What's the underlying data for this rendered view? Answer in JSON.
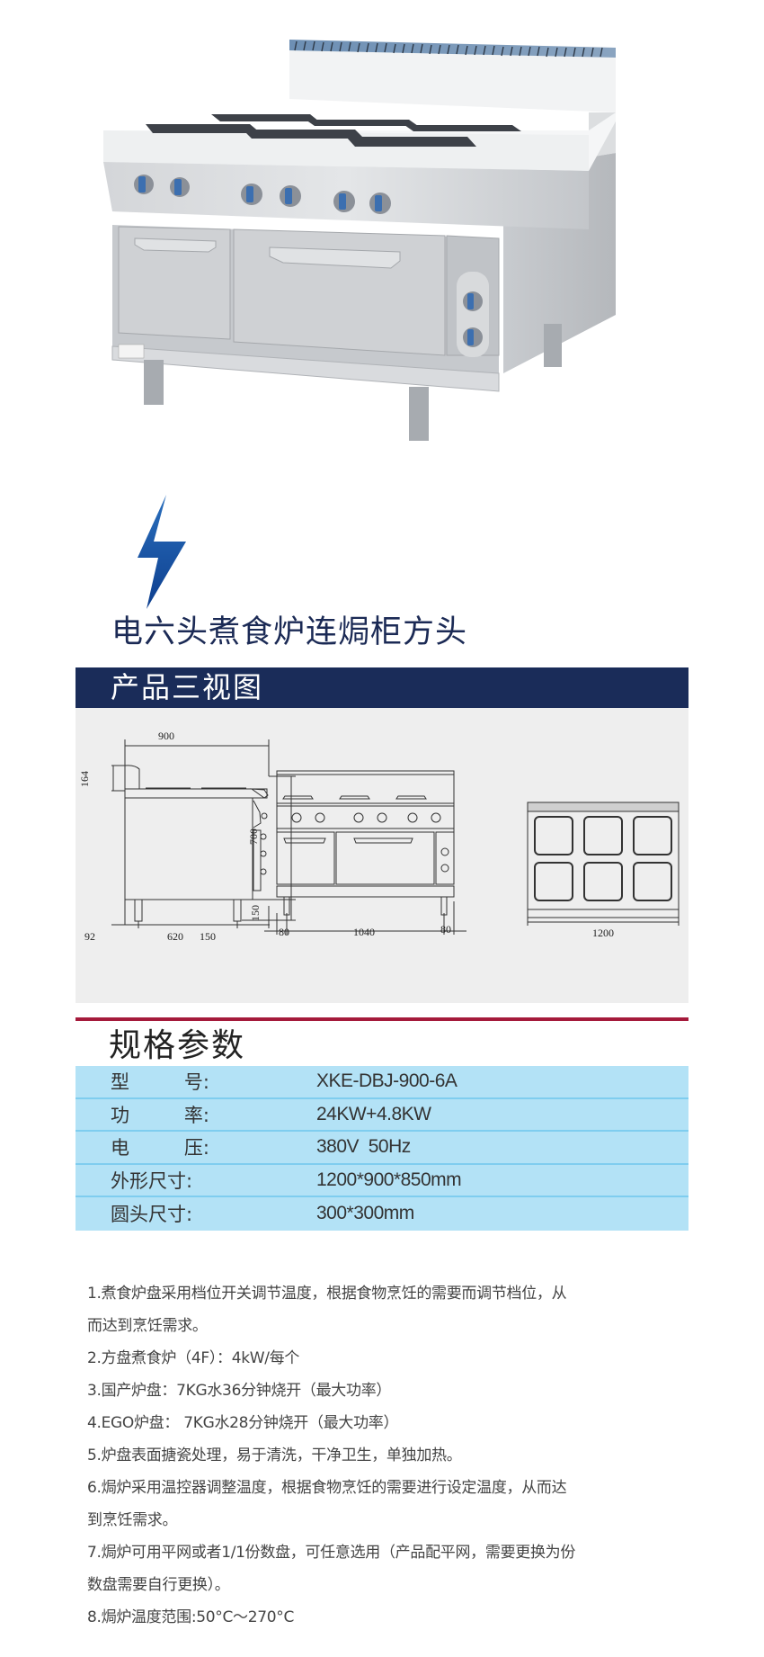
{
  "product": {
    "photo_alt": "六头方形电煮食炉连焗柜产品图",
    "colors": {
      "stainless": "#c9ccd0",
      "hotplate": "#3b3f45",
      "knob_blue": "#3c6fb0",
      "backsplash_vent": "#5a7fa8"
    }
  },
  "title": {
    "icon": "lightning-bolt-icon",
    "icon_color": "#1d4f9a",
    "text": "电六头煮食炉连焗柜方头"
  },
  "views_section": {
    "header": "产品三视图",
    "header_color": "#1a2c59",
    "side_view": {
      "dims": {
        "depth": "900",
        "backsplash": "164",
        "body_height": "700",
        "leg_height": "150",
        "left_offset": "92",
        "leg_span": "620",
        "right_offset": "150"
      }
    },
    "front_view": {
      "dims": {
        "left_offset": "80",
        "leg_span": "1040",
        "right_offset": "80"
      }
    },
    "top_view": {
      "dims": {
        "width": "1200"
      },
      "hotplates": 6
    }
  },
  "specs_section": {
    "header": "规格参数",
    "rule_color": "#a51a3b",
    "table_color": "#b3e2f6",
    "rows": [
      {
        "label_parts": [
          "型",
          "号:"
        ],
        "value": "XKE-DBJ-900-6A"
      },
      {
        "label_parts": [
          "功",
          "率:"
        ],
        "value": "24KW+4.8KW"
      },
      {
        "label_parts": [
          "电",
          "压:"
        ],
        "value": "380V  50Hz"
      },
      {
        "label_parts": [
          "外形尺寸:"
        ],
        "value": "1200*900*850mm"
      },
      {
        "label_parts": [
          "圆头尺寸:"
        ],
        "value": "300*300mm"
      }
    ]
  },
  "notes": [
    "1.煮食炉盘采用档位开关调节温度，根据食物烹饪的需要而调节档位，从",
    "而达到烹饪需求。",
    "2.方盘煮食炉（4F）：4kW/每个",
    "3.国产炉盘：7KG水36分钟烧开（最大功率）",
    "4.EGO炉盘： 7KG水28分钟烧开（最大功率）",
    "5.炉盘表面搪瓷处理，易于清洗，干净卫生，单独加热。",
    "6.焗炉采用温控器调整温度，根据食物烹饪的需要进行设定温度，从而达",
    "到烹饪需求。",
    "7.焗炉可用平网或者1/1份数盘，可任意选用（产品配平网，需要更换为份",
    "数盘需要自行更换）。",
    "8.焗炉温度范围:50°C～270°C"
  ]
}
